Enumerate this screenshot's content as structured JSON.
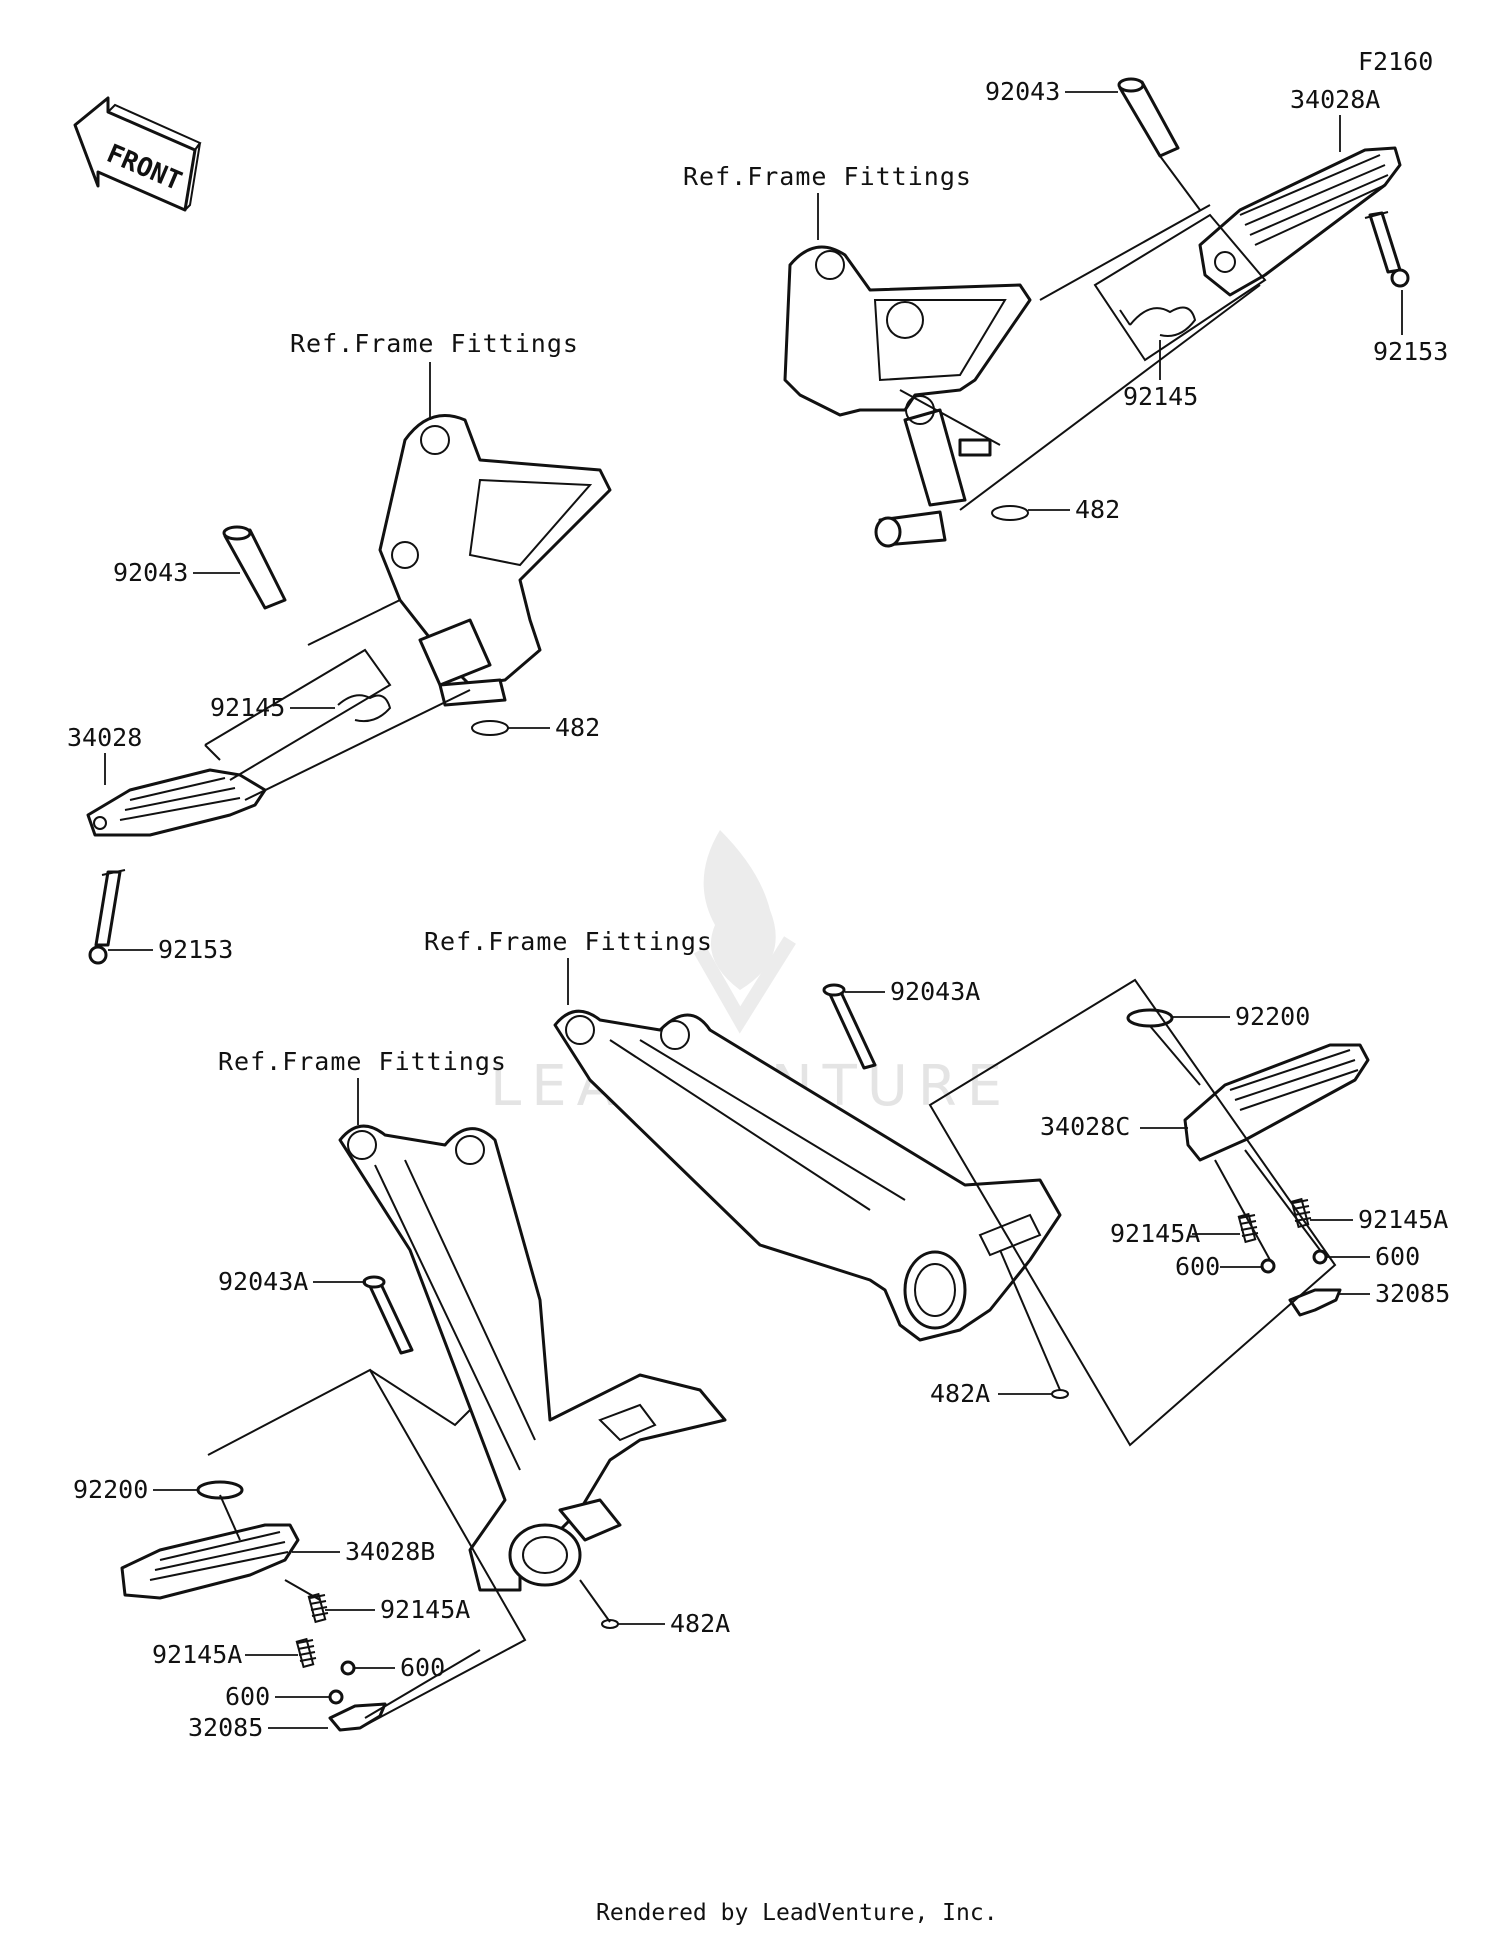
{
  "diagram": {
    "code": "F2160",
    "front_label": "FRONT",
    "ref_labels": {
      "ref1": "Ref.Frame Fittings",
      "ref2": "Ref.Frame Fittings",
      "ref3": "Ref.Frame Fittings",
      "ref4": "Ref.Frame Fittings"
    },
    "watermark": "LEADVENTURE",
    "footer": "Rendered by LeadVenture, Inc."
  },
  "parts": {
    "p01": "92043",
    "p02": "34028A",
    "p03": "92153",
    "p04": "92145",
    "p05": "482",
    "p06": "92043",
    "p07": "92145",
    "p08": "482",
    "p09": "34028",
    "p10": "92153",
    "p11": "92043A",
    "p12": "92200",
    "p13": "34028C",
    "p14": "92145A",
    "p15": "92145A",
    "p16": "600",
    "p17": "600",
    "p18": "32085",
    "p19": "482A",
    "p20": "92043A",
    "p21": "92200",
    "p22": "34028B",
    "p23": "92145A",
    "p24": "92145A",
    "p25": "600",
    "p26": "600",
    "p27": "32085",
    "p28": "482A"
  }
}
